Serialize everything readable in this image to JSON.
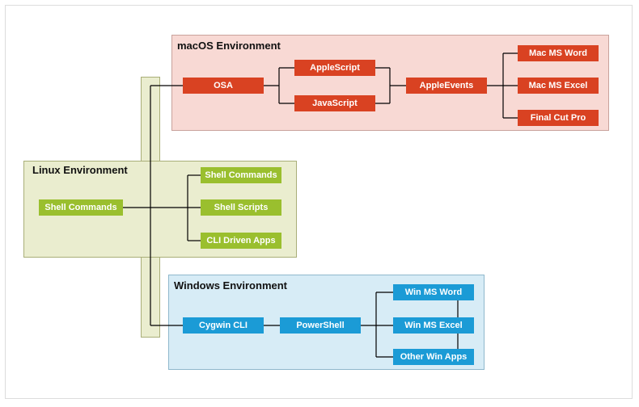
{
  "mac": {
    "title": "macOS Environment",
    "osa": "OSA",
    "applescript": "AppleScript",
    "javascript": "JavaScript",
    "appleevents": "AppleEvents",
    "word": "Mac MS Word",
    "excel": "Mac MS Excel",
    "finalcut": "Final Cut Pro"
  },
  "linux": {
    "title": "Linux Environment",
    "shell_commands_source": "Shell Commands",
    "shell_commands": "Shell Commands",
    "shell_scripts": "Shell Scripts",
    "cli_apps": "CLI Driven Apps"
  },
  "windows": {
    "title": "Windows Environment",
    "cygwin": "Cygwin CLI",
    "powershell": "PowerShell",
    "word": "Win MS Word",
    "excel": "Win MS Excel",
    "other": "Other Win Apps"
  },
  "colors": {
    "mac_node": "#d94222",
    "linux_node": "#9abf2e",
    "windows_node": "#1b9bd6",
    "connector": "#000000"
  }
}
